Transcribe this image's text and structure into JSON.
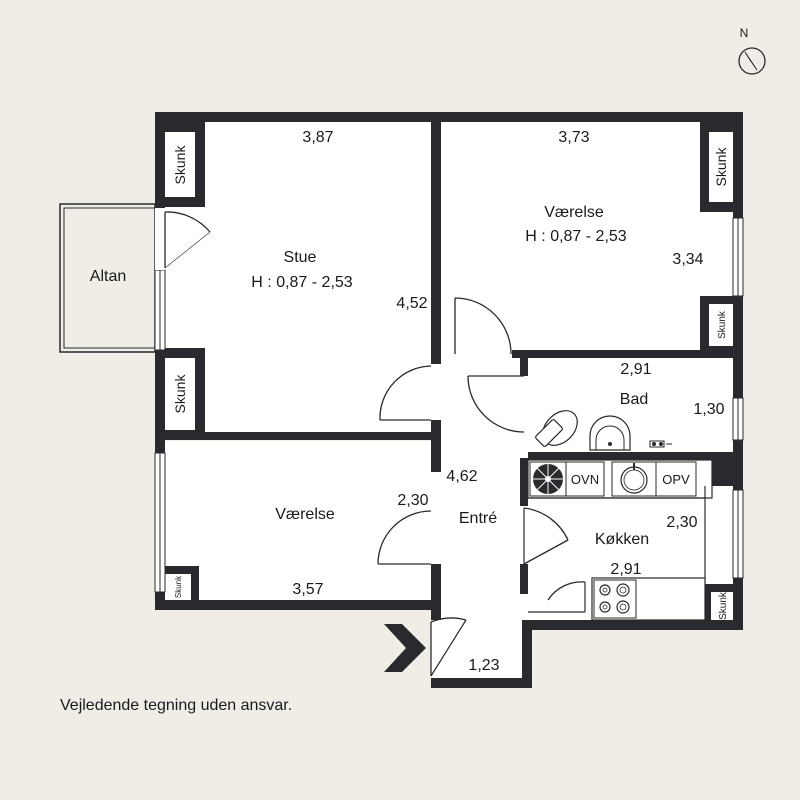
{
  "colors": {
    "background": "#efede6",
    "floor": "#ffffff",
    "wall": "#2a2a2e"
  },
  "compass": {
    "north": "N"
  },
  "rooms": {
    "stue": {
      "name": "Stue",
      "height": "H : 0,87 - 2,53",
      "width": "3,87",
      "depth": "4,52"
    },
    "vaerelse_top": {
      "name": "Værelse",
      "height": "H : 0,87 - 2,53",
      "width": "3,73",
      "depth": "3,34"
    },
    "vaerelse_bottom": {
      "name": "Værelse",
      "width": "3,57",
      "depth": "2,30"
    },
    "entre": {
      "name": "Entré",
      "depth": "4,62",
      "width": "1,23"
    },
    "bad": {
      "name": "Bad",
      "width": "2,91",
      "depth": "1,30"
    },
    "kokken": {
      "name": "Køkken",
      "width": "2,91",
      "depth": "2,30"
    },
    "altan": {
      "name": "Altan"
    }
  },
  "storage": {
    "skunk_1": "Skunk",
    "skunk_2": "Skunk",
    "skunk_3": "Skunk",
    "skunk_4": "Skunk",
    "skunk_5": "Skunk",
    "skunk_6": "Skunk"
  },
  "appliances": {
    "oven": "OVN",
    "dishwasher": "OPV"
  },
  "disclaimer": "Vejledende tegning uden ansvar."
}
